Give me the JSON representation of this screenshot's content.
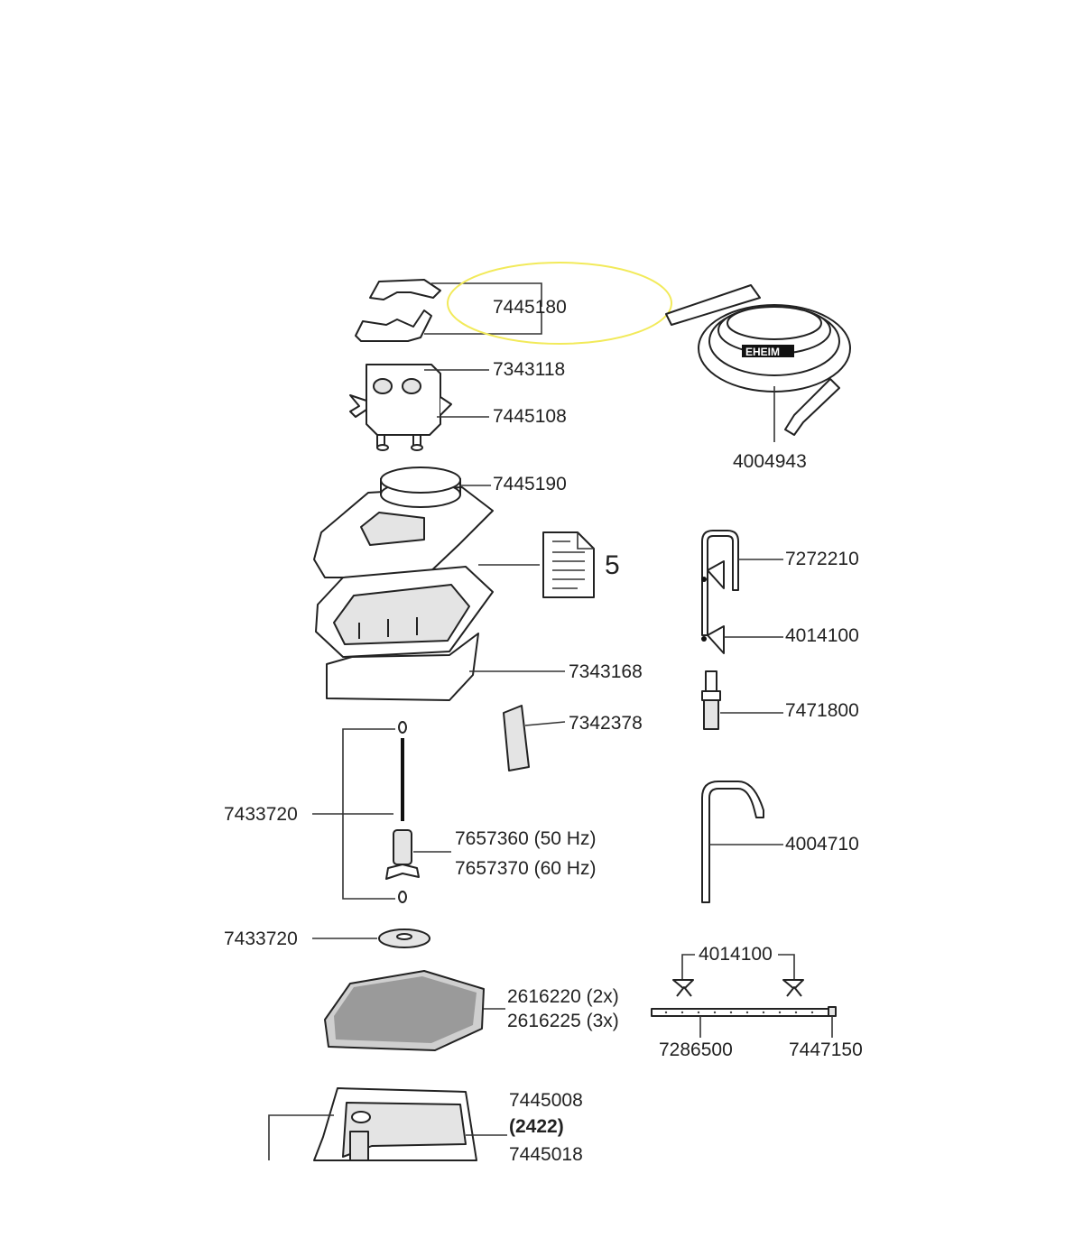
{
  "parts": {
    "p7445180": "7445180",
    "p7343118": "7343118",
    "p7445108": "7445108",
    "p4004943": "4004943",
    "p7445190": "7445190",
    "doc_ref": "5",
    "p7272210": "7272210",
    "p4014100_a": "4014100",
    "p7343168": "7343168",
    "p7471800": "7471800",
    "p7342378": "7342378",
    "p7433720_a": "7433720",
    "p7657360": "7657360 (50 Hz)",
    "p7657370": "7657370 (60 Hz)",
    "p4004710": "4004710",
    "p7433720_b": "7433720",
    "p4014100_b": "4014100",
    "p2616220": "2616220 (2x)",
    "p2616225": "2616225 (3x)",
    "p7286500": "7286500",
    "p7447150": "7447150",
    "p7445008": "7445008",
    "p2422": "(2422)",
    "p7445018": "7445018"
  },
  "hose_brand": "EHEIM",
  "highlight_color": "#f2ea5a"
}
